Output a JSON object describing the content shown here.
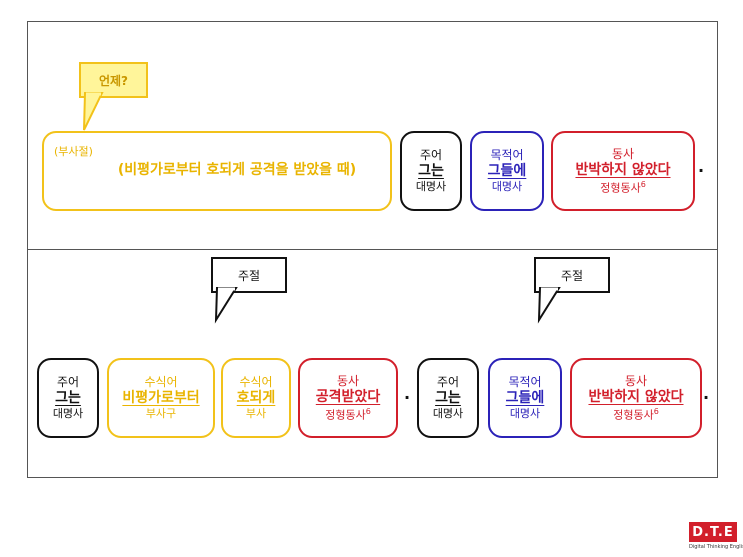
{
  "top": {
    "callout": "언제?",
    "adverbial_clause": {
      "label": "(부사절)",
      "text": "(비평가로부터 호되게 공격을 받았을 때)"
    },
    "subject": {
      "label": "주어",
      "word": "그는",
      "pos": "대명사"
    },
    "object": {
      "label": "목적어",
      "word": "그들에",
      "pos": "대명사"
    },
    "verb": {
      "label": "동사",
      "word": "반박하지 않았다",
      "pos": "정형동사",
      "sup": "6"
    },
    "period": "."
  },
  "bottom": {
    "callout_left": "주절",
    "callout_right": "주절",
    "clause1": {
      "subject": {
        "label": "주어",
        "word": "그는",
        "pos": "대명사"
      },
      "modifier1": {
        "label": "수식어",
        "word": "비평가로부터",
        "pos": "부사구"
      },
      "modifier2": {
        "label": "수식어",
        "word": "호되게",
        "pos": "부사"
      },
      "verb": {
        "label": "동사",
        "word": "공격받았다",
        "pos": "정형동사",
        "sup": "6"
      },
      "period": "."
    },
    "clause2": {
      "subject": {
        "label": "주어",
        "word": "그는",
        "pos": "대명사"
      },
      "object": {
        "label": "목적어",
        "word": "그들에",
        "pos": "대명사"
      },
      "verb": {
        "label": "동사",
        "word": "반박하지 않았다",
        "pos": "정형동사",
        "sup": "6"
      },
      "period": "."
    }
  },
  "logo": {
    "mark": "D.T.E",
    "tagline": "Digital Thinking English"
  },
  "colors": {
    "yellow": "#f2c21a",
    "blue": "#2b22b8",
    "red": "#d21f2b",
    "black": "#111111"
  }
}
